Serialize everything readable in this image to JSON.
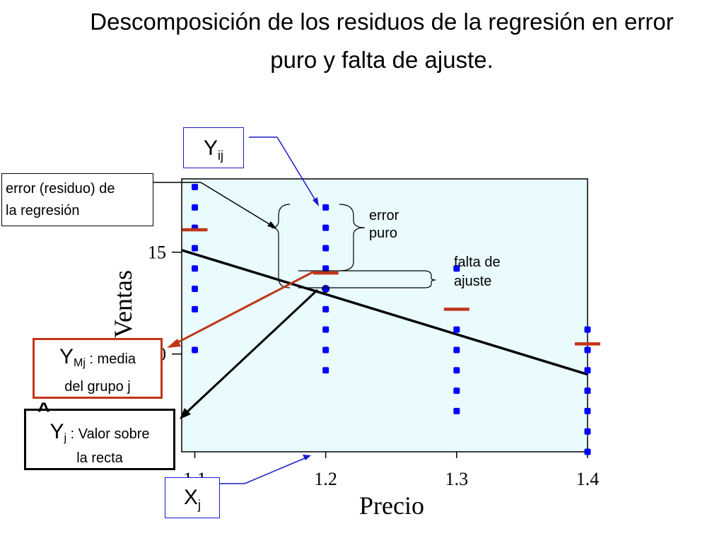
{
  "slide": {
    "title_line1": "Descomposición de los residuos de la regresión en error",
    "title_line2": "puro y falta de ajuste."
  },
  "colors": {
    "plot_bg": "#e9fbfd",
    "points": "#0000ff",
    "group_mean": "#c0361a",
    "regression_line": "#000000",
    "callout_blue": "#1a1acc",
    "ymj_box_border": "#c0361a"
  },
  "chart_data": {
    "type": "scatter",
    "xlabel": "Precio",
    "ylabel": "Ventas",
    "xlim": [
      1.09,
      1.4
    ],
    "ylim": [
      5.2,
      18.6
    ],
    "x_ticks": [
      1.1,
      1.2,
      1.3,
      1.4
    ],
    "x_tick_labels": [
      "1.1",
      "1.2",
      "1.3",
      "1.4"
    ],
    "y_ticks": [
      10,
      15
    ],
    "y_tick_labels": [
      "10",
      "15"
    ],
    "series": [
      {
        "points": [
          {
            "x": 1.1,
            "y": 18.2
          },
          {
            "x": 1.1,
            "y": 17.2
          },
          {
            "x": 1.1,
            "y": 16.2
          },
          {
            "x": 1.1,
            "y": 15.2
          },
          {
            "x": 1.1,
            "y": 14.2
          },
          {
            "x": 1.1,
            "y": 13.2
          },
          {
            "x": 1.1,
            "y": 12.2
          },
          {
            "x": 1.1,
            "y": 10.2
          },
          {
            "x": 1.2,
            "y": 17.2
          },
          {
            "x": 1.2,
            "y": 16.2
          },
          {
            "x": 1.2,
            "y": 15.2
          },
          {
            "x": 1.2,
            "y": 14.2
          },
          {
            "x": 1.2,
            "y": 13.2
          },
          {
            "x": 1.2,
            "y": 12.2
          },
          {
            "x": 1.2,
            "y": 11.2
          },
          {
            "x": 1.2,
            "y": 10.2
          },
          {
            "x": 1.2,
            "y": 9.2
          },
          {
            "x": 1.3,
            "y": 14.2
          },
          {
            "x": 1.3,
            "y": 11.2
          },
          {
            "x": 1.3,
            "y": 10.2
          },
          {
            "x": 1.3,
            "y": 9.2
          },
          {
            "x": 1.3,
            "y": 8.2
          },
          {
            "x": 1.3,
            "y": 7.2
          },
          {
            "x": 1.4,
            "y": 11.2
          },
          {
            "x": 1.4,
            "y": 10.2
          },
          {
            "x": 1.4,
            "y": 9.2
          },
          {
            "x": 1.4,
            "y": 8.2
          },
          {
            "x": 1.4,
            "y": 7.2
          },
          {
            "x": 1.4,
            "y": 6.2
          },
          {
            "x": 1.4,
            "y": 5.2
          }
        ]
      }
    ],
    "group_means": [
      {
        "x": 1.1,
        "y": 16.1
      },
      {
        "x": 1.2,
        "y": 13.98
      },
      {
        "x": 1.3,
        "y": 12.2
      },
      {
        "x": 1.4,
        "y": 10.5
      }
    ],
    "regression_line": {
      "x": [
        1.09,
        1.4
      ],
      "y": [
        15.1,
        9.0
      ]
    },
    "fitted_point": {
      "x": 1.2,
      "y": 13.2
    }
  },
  "annotations": {
    "yij": {
      "main": "Y",
      "sub": "ij"
    },
    "error_regresion": {
      "line1": "error (residuo) de",
      "line2": "la regresión"
    },
    "error_puro": {
      "line1": "error",
      "line2": "puro"
    },
    "falta_ajuste": {
      "line1": "falta de",
      "line2": "ajuste"
    },
    "ymj": {
      "main": "Y",
      "sub": "Mj",
      "rest": " : media",
      "line2": "del grupo j"
    },
    "yj_hat": {
      "hat": "^",
      "main": "Y",
      "sub": "j",
      "rest": " : Valor sobre",
      "line2": "la recta"
    },
    "xj": {
      "main": "X",
      "sub": "j"
    }
  }
}
